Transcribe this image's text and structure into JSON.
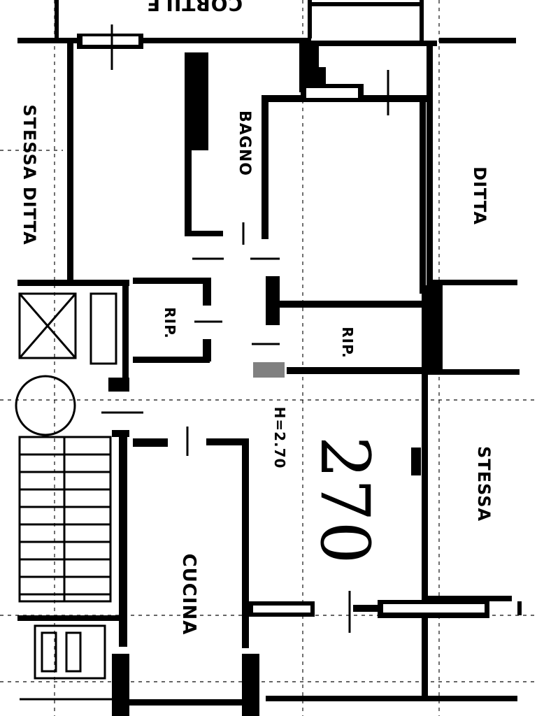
{
  "labels": {
    "cortile": "CORTILE",
    "bagno": "BAGNO",
    "stessa_ditta_left": "STESSA DITTA",
    "ditta": "DITTA",
    "rip_left": "RIP.",
    "rip_right": "RIP.",
    "cucina": "CUCINA",
    "stessa_right": "STESSA",
    "height": "H=2.70",
    "room_number": "270"
  },
  "colors": {
    "ink": "#000000",
    "paper": "#ffffff",
    "stamp": "#808080"
  }
}
